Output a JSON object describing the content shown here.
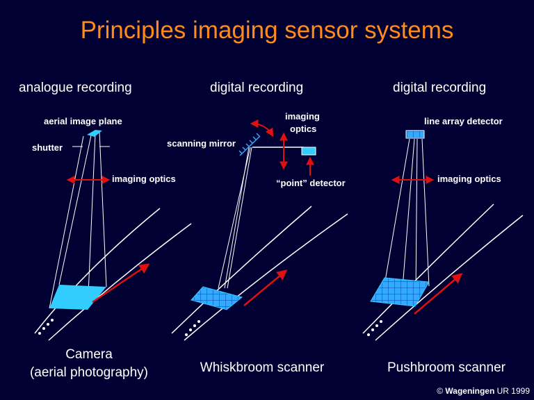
{
  "title": "Principles imaging sensor systems",
  "columns": [
    {
      "heading": "analogue recording",
      "caption_line1": "Camera",
      "caption_line2": "(aerial photography)",
      "labels": {
        "image_plane": "aerial image plane",
        "shutter": "shutter",
        "optics": "imaging optics"
      }
    },
    {
      "heading": "digital recording",
      "caption_line1": "Whiskbroom scanner",
      "labels": {
        "optics_line1": "imaging",
        "optics_line2": "optics",
        "mirror": "scanning mirror",
        "detector": "“point” detector"
      }
    },
    {
      "heading": "digital recording",
      "caption_line1": "Pushbroom scanner",
      "labels": {
        "detector": "line array detector",
        "optics": "imaging optics"
      }
    }
  ],
  "footer": {
    "copyright": "©",
    "org": "Wageningen",
    "suffix": "UR 1999"
  },
  "colors": {
    "background": "#000033",
    "title": "#ff8c1a",
    "arrow": "#e01010",
    "footprint": "#33ccff",
    "lines": "#ffffff"
  }
}
